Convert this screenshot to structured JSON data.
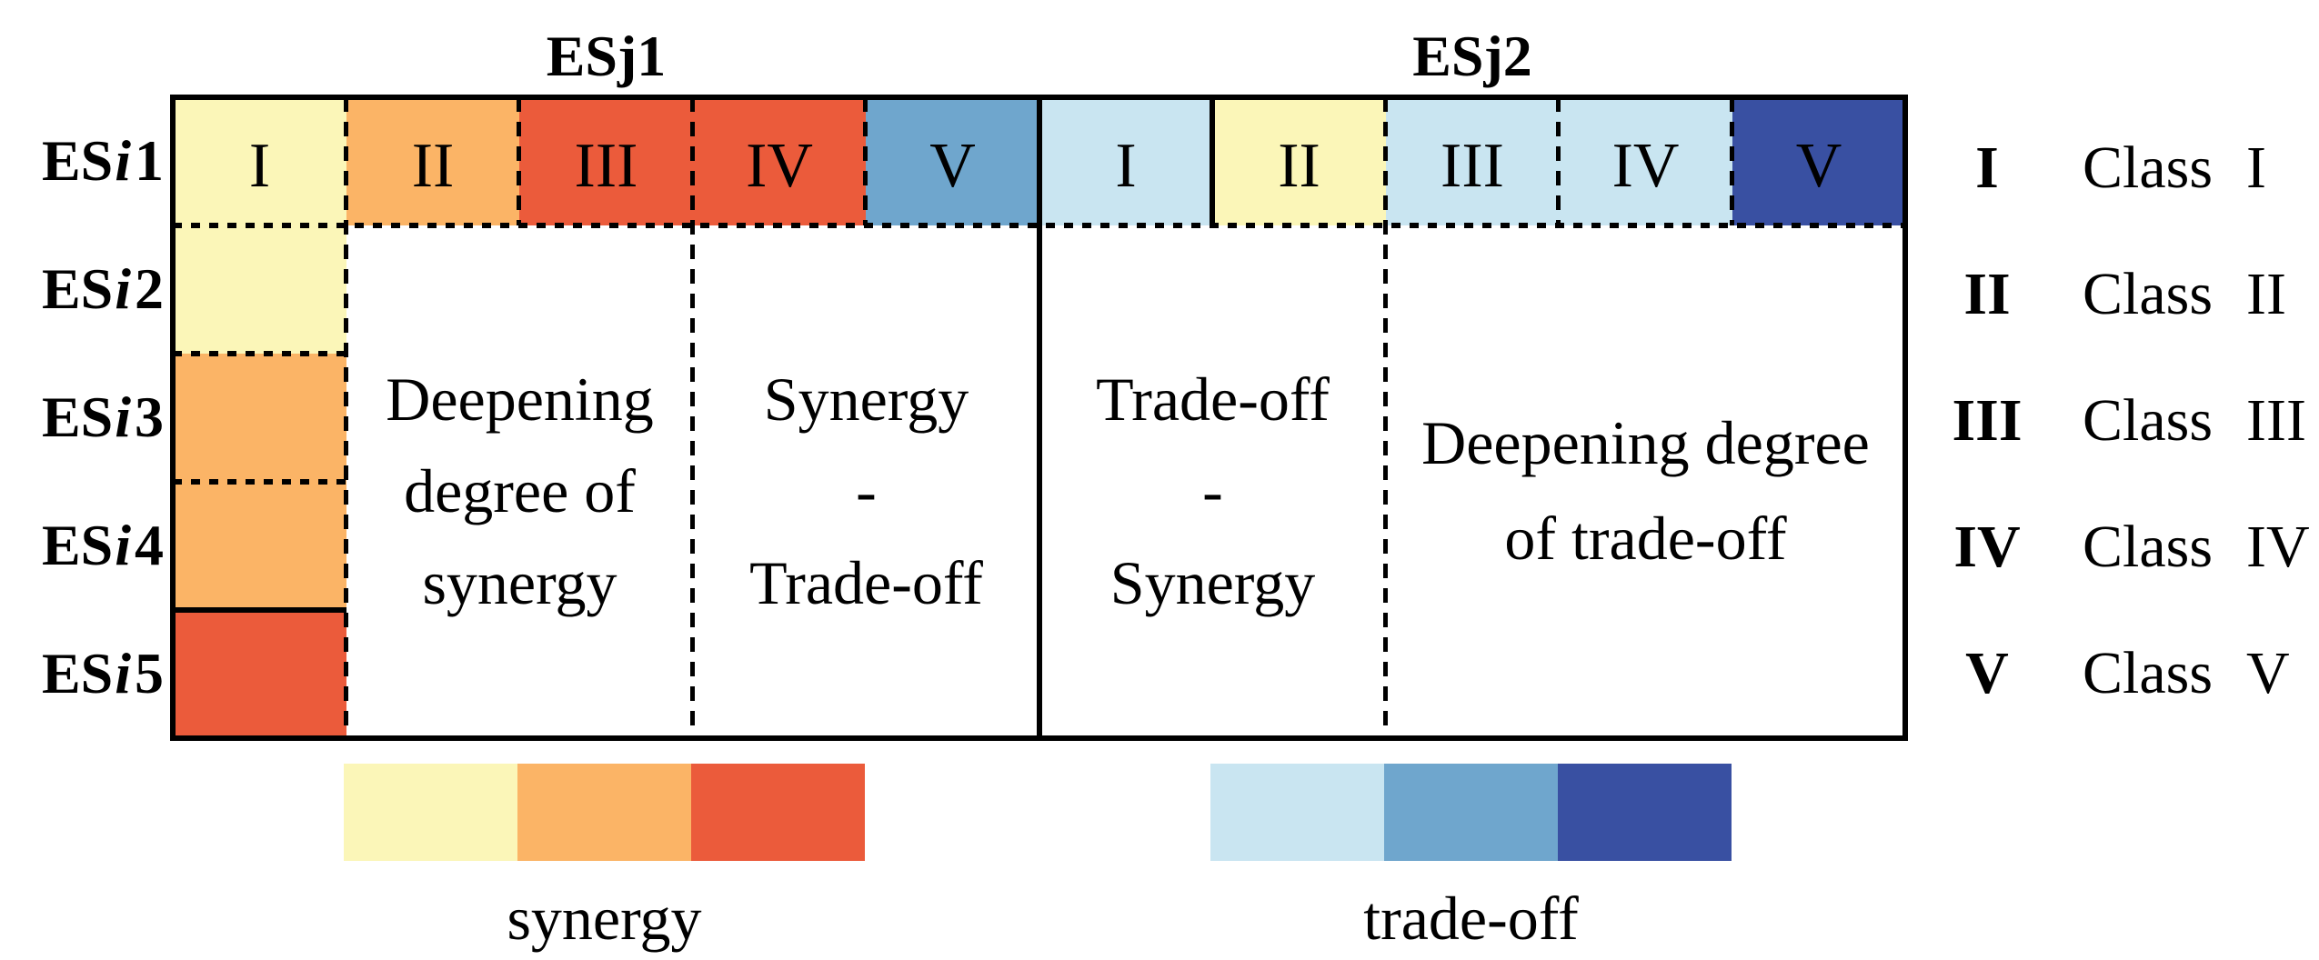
{
  "figure": {
    "headers": {
      "group1": "ESj1",
      "group2": "ESj2"
    },
    "row_labels": [
      {
        "prefix": "ES",
        "var": "i",
        "num": "1"
      },
      {
        "prefix": "ES",
        "var": "i",
        "num": "2"
      },
      {
        "prefix": "ES",
        "var": "i",
        "num": "3"
      },
      {
        "prefix": "ES",
        "var": "i",
        "num": "4"
      },
      {
        "prefix": "ES",
        "var": "i",
        "num": "5"
      }
    ],
    "top_row": [
      {
        "label": "I",
        "color": "#FBF6B8"
      },
      {
        "label": "II",
        "color": "#FBB466"
      },
      {
        "label": "III",
        "color": "#EB5B3B"
      },
      {
        "label": "IV",
        "color": "#EB5B3B"
      },
      {
        "label": "V",
        "color": "#6FA6CD"
      },
      {
        "label": "I",
        "color": "#C9E5F1"
      },
      {
        "label": "II",
        "color": "#FBF6B8"
      },
      {
        "label": "III",
        "color": "#C9E5F1"
      },
      {
        "label": "IV",
        "color": "#C9E5F1"
      },
      {
        "label": "V",
        "color": "#3950A2"
      }
    ],
    "left_column": [
      {
        "color": "#FBF6B8"
      },
      {
        "color": "#FBB466"
      },
      {
        "color": "#FBB466"
      },
      {
        "color": "#EB5B3B"
      }
    ],
    "regions": {
      "r1": {
        "line1": "Deepening",
        "line2": "degree of",
        "line3": "synergy"
      },
      "r2": {
        "line1": "Synergy",
        "line2": "-",
        "line3": "Trade-off"
      },
      "r3": {
        "line1": "Trade-off",
        "line2": "-",
        "line3": "Synergy"
      },
      "r4": {
        "line1": "Deepening degree",
        "line2": "of trade-off"
      }
    },
    "legend": [
      {
        "numeral": "I",
        "label": "Class",
        "roman": "I"
      },
      {
        "numeral": "II",
        "label": "Class",
        "roman": "II"
      },
      {
        "numeral": "III",
        "label": "Class",
        "roman": "III"
      },
      {
        "numeral": "IV",
        "label": "Class",
        "roman": "IV"
      },
      {
        "numeral": "V",
        "label": "Class",
        "roman": "V"
      }
    ],
    "colorbars": {
      "synergy": {
        "label": "synergy",
        "swatches": [
          "#FBF6B8",
          "#FBB466",
          "#EB5B3B"
        ]
      },
      "tradeoff": {
        "label": "trade-off",
        "swatches": [
          "#C9E5F1",
          "#6FA6CD",
          "#3950A2"
        ]
      }
    },
    "palette": {
      "pale_yellow": "#FBF6B8",
      "orange": "#FBB466",
      "red": "#EB5B3B",
      "light_blue": "#C9E5F1",
      "mid_blue": "#6FA6CD",
      "dark_blue": "#3950A2"
    }
  }
}
